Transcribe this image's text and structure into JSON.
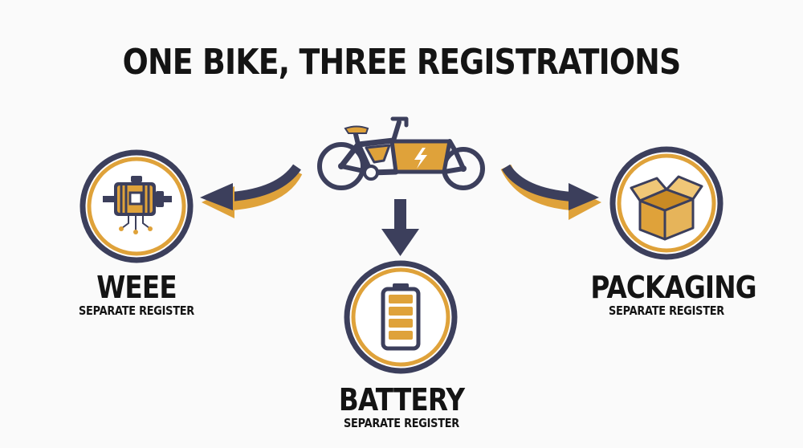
{
  "title": "ONE BIKE, THREE REGISTRATIONS",
  "nodes": {
    "weee": {
      "label": "WEEE",
      "sublabel": "SEPARATE REGISTER",
      "icon": "electric-motor-icon"
    },
    "battery": {
      "label": "BATTERY",
      "sublabel": "SEPARATE REGISTER",
      "icon": "battery-icon"
    },
    "packaging": {
      "label": "PACKAGING",
      "sublabel": "SEPARATE REGISTER",
      "icon": "box-icon"
    }
  },
  "center_icon": "cargo-ebike-icon",
  "colors": {
    "navy": "#3c3f5c",
    "orange": "#dfa23a",
    "background": "#fafafa",
    "text": "#141414"
  }
}
